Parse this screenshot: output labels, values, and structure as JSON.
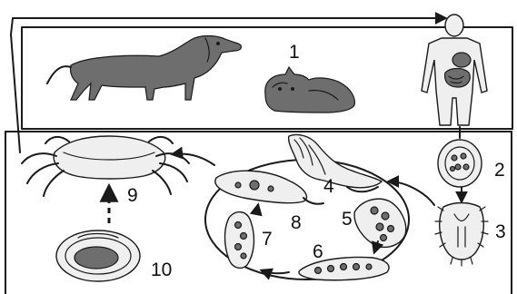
{
  "diagram": {
    "stages": [
      {
        "id": "1",
        "label": "1",
        "depicts": "Definitive hosts: dog, cat, human"
      },
      {
        "id": "2",
        "label": "2",
        "depicts": "Egg in feces"
      },
      {
        "id": "3",
        "label": "3",
        "depicts": "Miracidium hatched"
      },
      {
        "id": "4",
        "label": "4",
        "depicts": "First intermediate host: snail"
      },
      {
        "id": "5",
        "label": "5",
        "depicts": "Sporocyst"
      },
      {
        "id": "6",
        "label": "6",
        "depicts": "Redia"
      },
      {
        "id": "7",
        "label": "7",
        "depicts": "Redia"
      },
      {
        "id": "8",
        "label": "8",
        "depicts": "Cercaria"
      },
      {
        "id": "9",
        "label": "9",
        "depicts": "Second intermediate host: crab"
      },
      {
        "id": "10",
        "label": "10",
        "depicts": "Metacercaria"
      }
    ],
    "colors": {
      "ink": "#1a1a1a",
      "background": "#ffffff",
      "fill_gray": "#6e6e6e"
    }
  }
}
